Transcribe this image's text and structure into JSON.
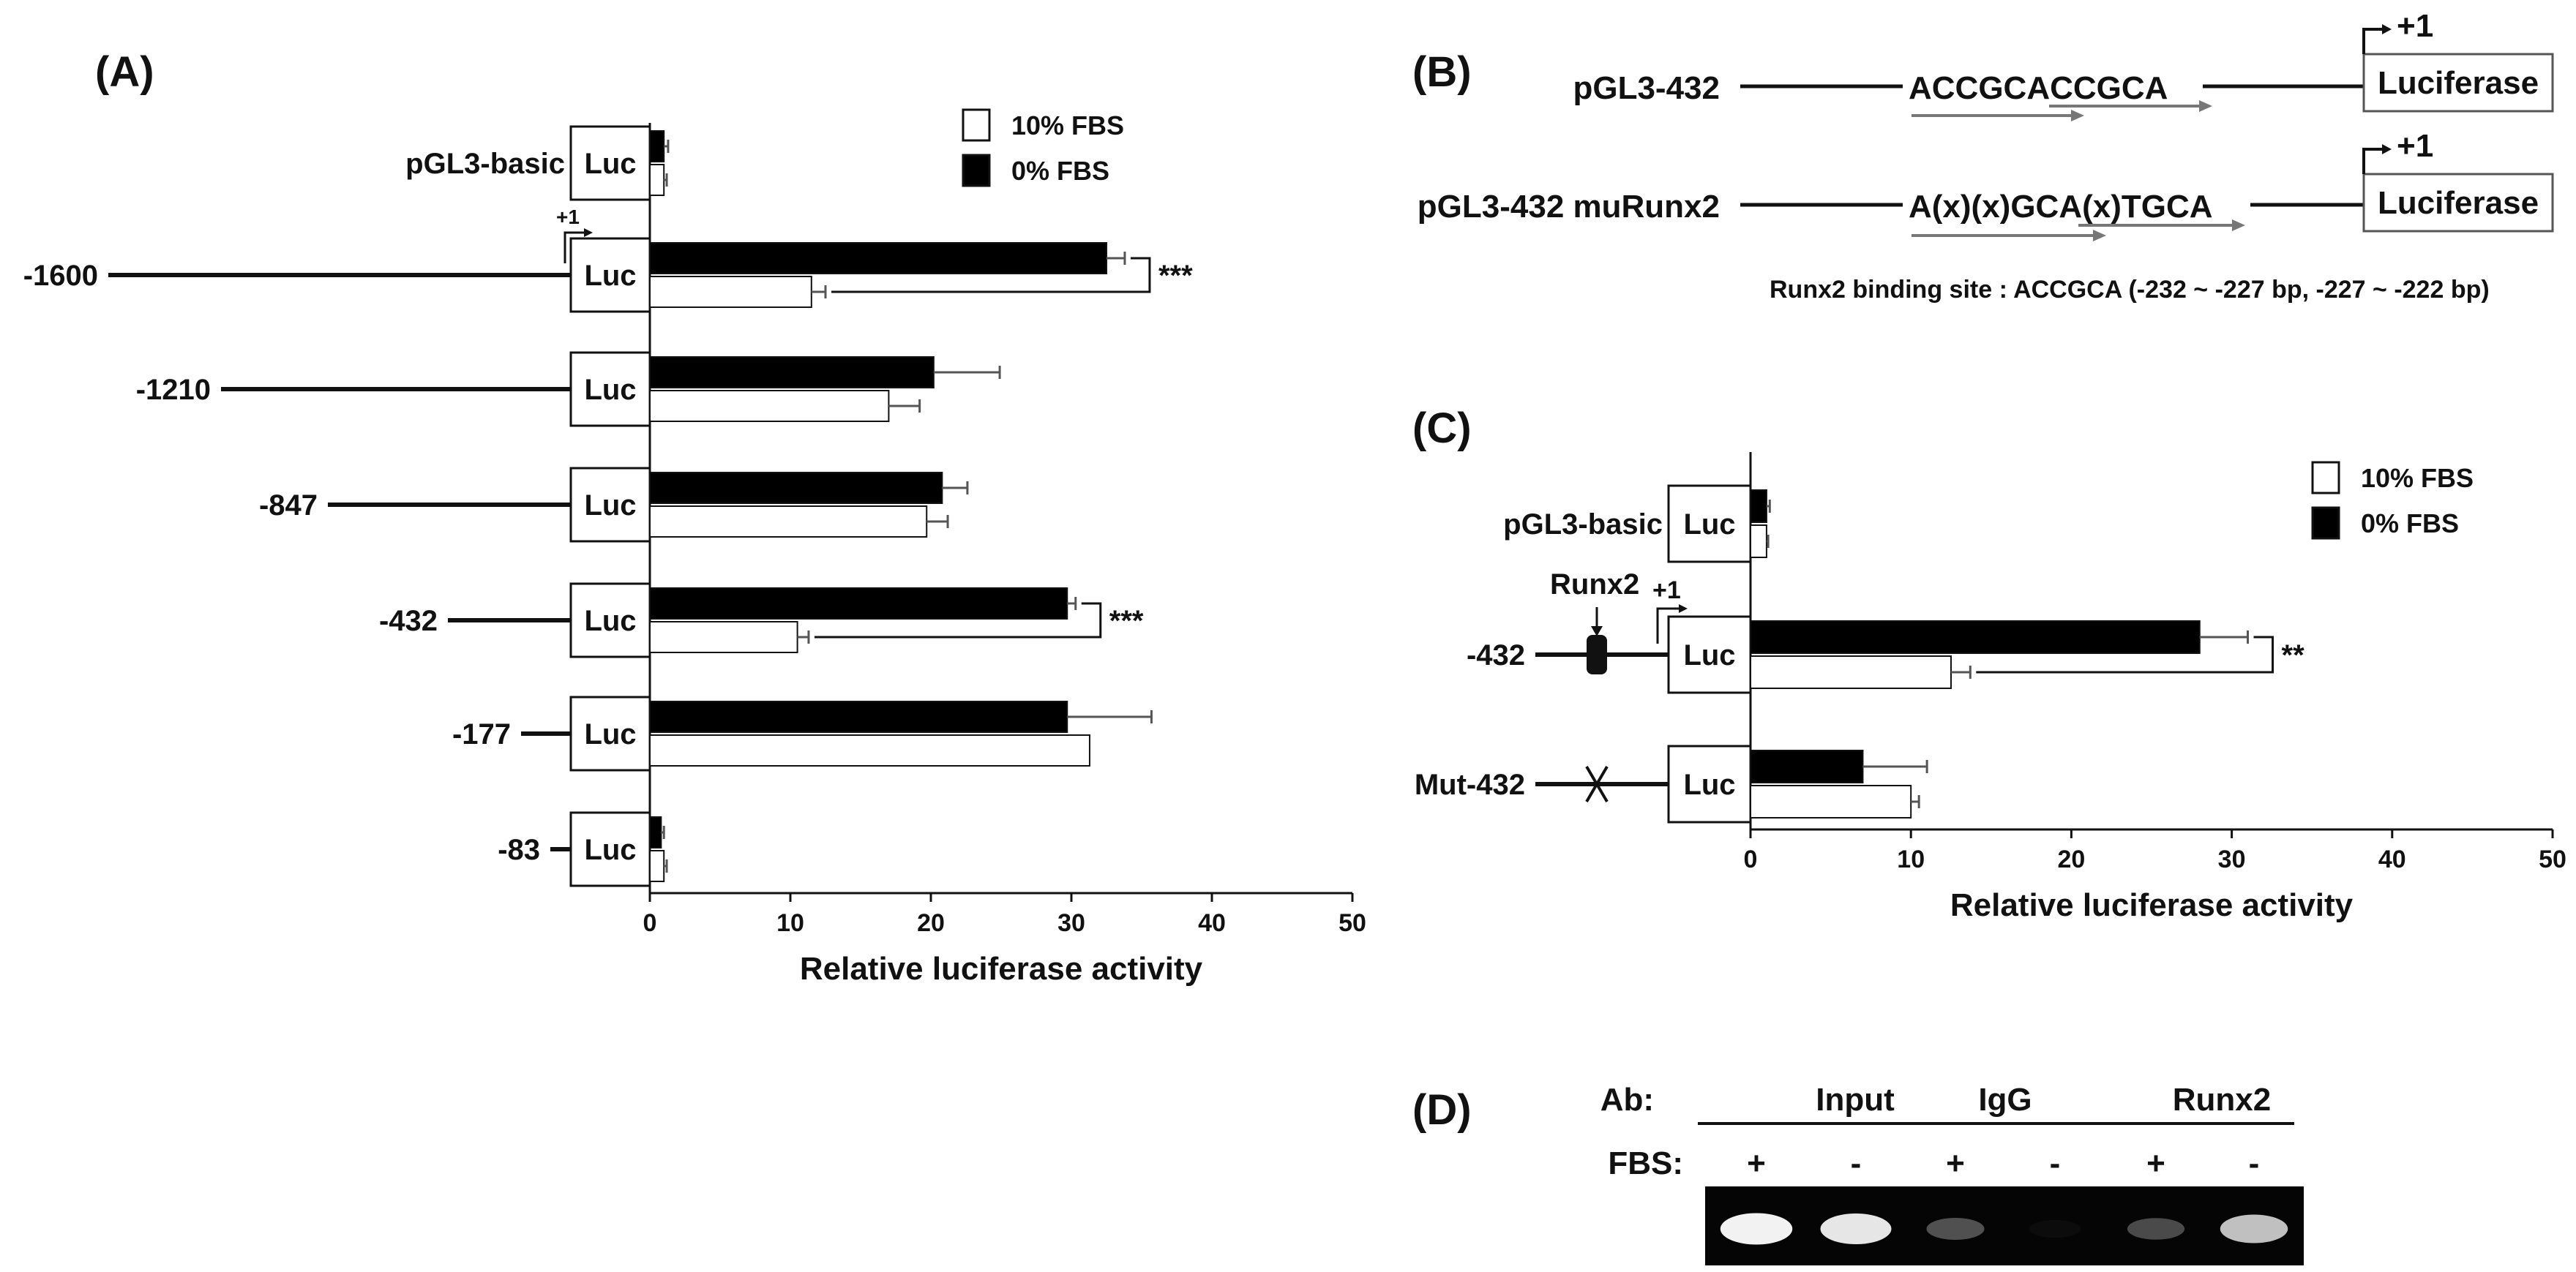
{
  "panel_labels": {
    "a": "(A)",
    "b": "(B)",
    "c": "(C)",
    "d": "(D)"
  },
  "legend": {
    "fbs10": "10% FBS",
    "fbs0": "0% FBS"
  },
  "luc_label": "Luc",
  "plus1": "+1",
  "chart_data": [
    {
      "panel": "A",
      "type": "bar",
      "orientation": "horizontal",
      "title": "",
      "xlabel": "Relative luciferase activity",
      "ylabel": "",
      "xlim": [
        0,
        50
      ],
      "xticks": [
        "0",
        "10",
        "20",
        "30",
        "40",
        "50"
      ],
      "categories": [
        "pGL3-basic",
        "-1600",
        "-1210",
        "-847",
        "-432",
        "-177",
        "-83"
      ],
      "series": [
        {
          "name": "0% FBS",
          "color": "#000000",
          "values": [
            1.0,
            32.5,
            20.2,
            20.8,
            29.7,
            29.7,
            0.8
          ],
          "errors": [
            0.3,
            1.3,
            4.7,
            1.8,
            0.6,
            6.0,
            0.2
          ]
        },
        {
          "name": "10% FBS",
          "color": "#ffffff",
          "values": [
            1.0,
            11.5,
            17.0,
            19.7,
            10.5,
            31.3,
            1.0
          ],
          "errors": [
            0.2,
            1.0,
            2.2,
            1.5,
            0.8,
            0.0,
            0.2
          ]
        }
      ],
      "significance": [
        {
          "category": "-1600",
          "label": "***"
        },
        {
          "category": "-432",
          "label": "***"
        }
      ],
      "legend_position": "top-right"
    },
    {
      "panel": "C",
      "type": "bar",
      "orientation": "horizontal",
      "title": "",
      "xlabel": "Relative luciferase activity",
      "ylabel": "",
      "xlim": [
        0,
        50
      ],
      "xticks": [
        "0",
        "10",
        "20",
        "30",
        "40",
        "50"
      ],
      "categories": [
        "pGL3-basic",
        "-432",
        "Mut-432"
      ],
      "series": [
        {
          "name": "0% FBS",
          "color": "#000000",
          "values": [
            1.0,
            28.0,
            7.0
          ],
          "errors": [
            0.2,
            3.0,
            4.0
          ]
        },
        {
          "name": "10% FBS",
          "color": "#ffffff",
          "values": [
            1.0,
            12.5,
            10.0
          ],
          "errors": [
            0.1,
            1.2,
            0.5
          ]
        }
      ],
      "significance": [
        {
          "category": "-432",
          "label": "**"
        }
      ],
      "legend_position": "top-right"
    }
  ],
  "panel_c_runx2": "Runx2",
  "panel_b": {
    "rows": [
      {
        "name": "pGL3-432",
        "seq": "ACCGCACCGCA",
        "box": "Luciferase"
      },
      {
        "name": "pGL3-432 muRunx2",
        "seq": "A(x)(x)GCA(x)TGCA",
        "box": "Luciferase"
      }
    ],
    "note": "Runx2 binding site : ACCGCA (-232 ~ -227 bp, -227 ~ -222 bp)"
  },
  "panel_d": {
    "ab_label": "Ab:",
    "fbs_label": "FBS:",
    "groups": [
      "Input",
      "IgG",
      "Runx2"
    ],
    "fbs": [
      "+",
      "-",
      "+",
      "-",
      "+",
      "-"
    ],
    "band_intensity": [
      0.95,
      0.9,
      0.3,
      0.03,
      0.28,
      0.75
    ]
  }
}
